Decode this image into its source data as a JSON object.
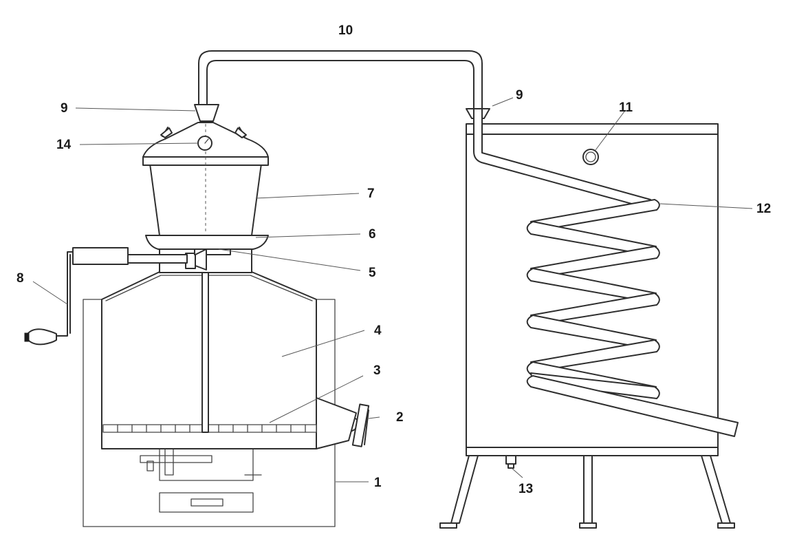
{
  "labels": {
    "n1": "1",
    "n2": "2",
    "n3": "3",
    "n4": "4",
    "n5": "5",
    "n6": "6",
    "n7": "7",
    "n8": "8",
    "n9_left": "9",
    "n9_right": "9",
    "n10": "10",
    "n11": "11",
    "n12": "12",
    "n13": "13",
    "n14": "14"
  }
}
